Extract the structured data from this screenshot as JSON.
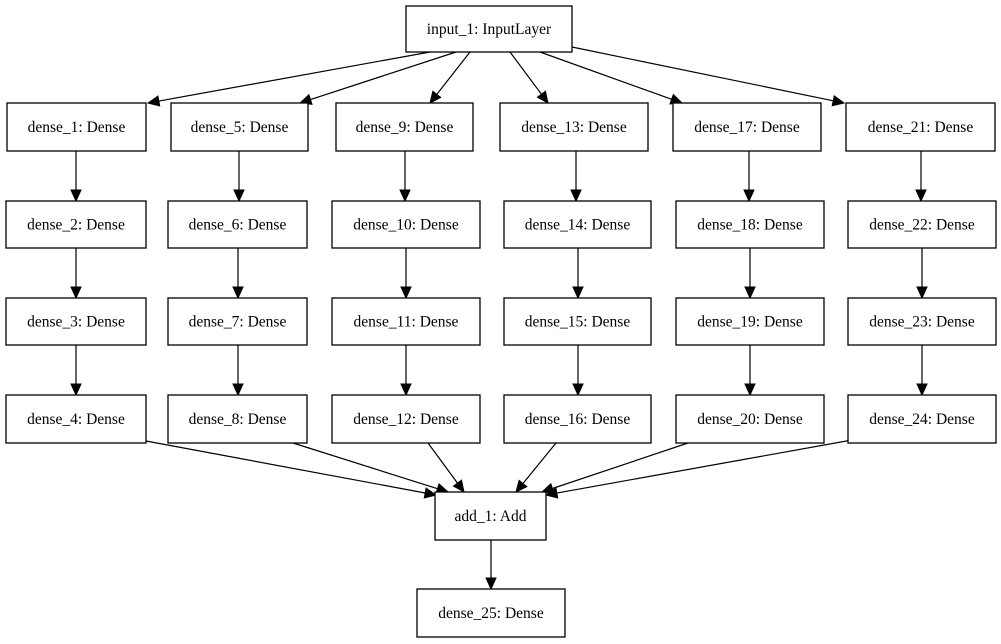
{
  "diagram": {
    "nodes": [
      {
        "id": "input_1",
        "label": "input_1: InputLayer"
      },
      {
        "id": "dense_1",
        "label": "dense_1: Dense"
      },
      {
        "id": "dense_5",
        "label": "dense_5: Dense"
      },
      {
        "id": "dense_9",
        "label": "dense_9: Dense"
      },
      {
        "id": "dense_13",
        "label": "dense_13: Dense"
      },
      {
        "id": "dense_17",
        "label": "dense_17: Dense"
      },
      {
        "id": "dense_21",
        "label": "dense_21: Dense"
      },
      {
        "id": "dense_2",
        "label": "dense_2: Dense"
      },
      {
        "id": "dense_6",
        "label": "dense_6: Dense"
      },
      {
        "id": "dense_10",
        "label": "dense_10: Dense"
      },
      {
        "id": "dense_14",
        "label": "dense_14: Dense"
      },
      {
        "id": "dense_18",
        "label": "dense_18: Dense"
      },
      {
        "id": "dense_22",
        "label": "dense_22: Dense"
      },
      {
        "id": "dense_3",
        "label": "dense_3: Dense"
      },
      {
        "id": "dense_7",
        "label": "dense_7: Dense"
      },
      {
        "id": "dense_11",
        "label": "dense_11: Dense"
      },
      {
        "id": "dense_15",
        "label": "dense_15: Dense"
      },
      {
        "id": "dense_19",
        "label": "dense_19: Dense"
      },
      {
        "id": "dense_23",
        "label": "dense_23: Dense"
      },
      {
        "id": "dense_4",
        "label": "dense_4: Dense"
      },
      {
        "id": "dense_8",
        "label": "dense_8: Dense"
      },
      {
        "id": "dense_12",
        "label": "dense_12: Dense"
      },
      {
        "id": "dense_16",
        "label": "dense_16: Dense"
      },
      {
        "id": "dense_20",
        "label": "dense_20: Dense"
      },
      {
        "id": "dense_24",
        "label": "dense_24: Dense"
      },
      {
        "id": "add_1",
        "label": "add_1: Add"
      },
      {
        "id": "dense_25",
        "label": "dense_25: Dense"
      }
    ],
    "edges": [
      {
        "from": "input_1",
        "to": "dense_1"
      },
      {
        "from": "input_1",
        "to": "dense_5"
      },
      {
        "from": "input_1",
        "to": "dense_9"
      },
      {
        "from": "input_1",
        "to": "dense_13"
      },
      {
        "from": "input_1",
        "to": "dense_17"
      },
      {
        "from": "input_1",
        "to": "dense_21"
      },
      {
        "from": "dense_1",
        "to": "dense_2"
      },
      {
        "from": "dense_5",
        "to": "dense_6"
      },
      {
        "from": "dense_9",
        "to": "dense_10"
      },
      {
        "from": "dense_13",
        "to": "dense_14"
      },
      {
        "from": "dense_17",
        "to": "dense_18"
      },
      {
        "from": "dense_21",
        "to": "dense_22"
      },
      {
        "from": "dense_2",
        "to": "dense_3"
      },
      {
        "from": "dense_6",
        "to": "dense_7"
      },
      {
        "from": "dense_10",
        "to": "dense_11"
      },
      {
        "from": "dense_14",
        "to": "dense_15"
      },
      {
        "from": "dense_18",
        "to": "dense_19"
      },
      {
        "from": "dense_22",
        "to": "dense_23"
      },
      {
        "from": "dense_3",
        "to": "dense_4"
      },
      {
        "from": "dense_7",
        "to": "dense_8"
      },
      {
        "from": "dense_11",
        "to": "dense_12"
      },
      {
        "from": "dense_15",
        "to": "dense_16"
      },
      {
        "from": "dense_19",
        "to": "dense_20"
      },
      {
        "from": "dense_23",
        "to": "dense_24"
      },
      {
        "from": "dense_4",
        "to": "add_1"
      },
      {
        "from": "dense_8",
        "to": "add_1"
      },
      {
        "from": "dense_12",
        "to": "add_1"
      },
      {
        "from": "dense_16",
        "to": "add_1"
      },
      {
        "from": "dense_20",
        "to": "add_1"
      },
      {
        "from": "dense_24",
        "to": "add_1"
      },
      {
        "from": "add_1",
        "to": "dense_25"
      }
    ]
  }
}
